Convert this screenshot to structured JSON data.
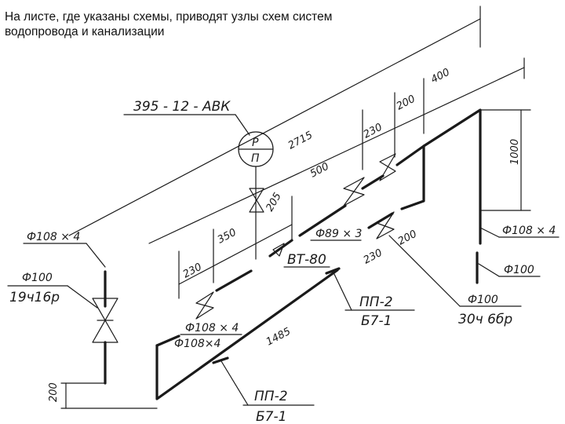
{
  "caption": {
    "line1": "На листе, где указаны схемы, приводят узлы схем систем",
    "line2": "водопровода и канализации"
  },
  "diagram": {
    "system_code": "395 - 12 - АВК",
    "meter_top": "Р",
    "meter_bottom": "П",
    "dims": {
      "d400": "400",
      "d200": "200",
      "d230a": "230",
      "d2715": "2715",
      "d500": "500",
      "d205": "205",
      "d350": "350",
      "d230b": "230",
      "d230c": "230",
      "d200b": "200",
      "d1485": "1485",
      "d1000": "1000",
      "d200v": "200"
    },
    "labels": {
      "pipe_left": "Ф108 × 4",
      "valve_left_d": "Ф100",
      "valve_left_type": "19ч16р",
      "pipe_89": "Ф89 × 3",
      "valve_bt": "ВТ-80",
      "pipe_108_mid": "Ф108 × 4",
      "pipe_108_low": "Ф108×4",
      "pipe_right": "Ф108 × 4",
      "pipe_right_100": "Ф100",
      "valve_right_d": "Ф100",
      "valve_right_type": "30ч 6бр",
      "support1_top": "ПП-2",
      "support1_bottom": "Б7-1",
      "support2_top": "ПП-2",
      "support2_bottom": "Б7-1"
    }
  }
}
